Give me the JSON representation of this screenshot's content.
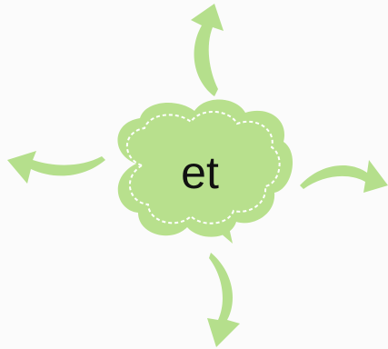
{
  "center": {
    "label": "et",
    "shape": "cloud-icon"
  },
  "arrows": [
    {
      "name": "arrow-up-icon",
      "direction": "up"
    },
    {
      "name": "arrow-left-icon",
      "direction": "left"
    },
    {
      "name": "arrow-right-icon",
      "direction": "right"
    },
    {
      "name": "arrow-down-icon",
      "direction": "down"
    }
  ],
  "colors": {
    "cloud_fill": "#b8e08d",
    "cloud_dash": "#ffffff",
    "arrow_fill": "#b5df8c",
    "text": "#111111",
    "background": "#fbfbfb"
  }
}
